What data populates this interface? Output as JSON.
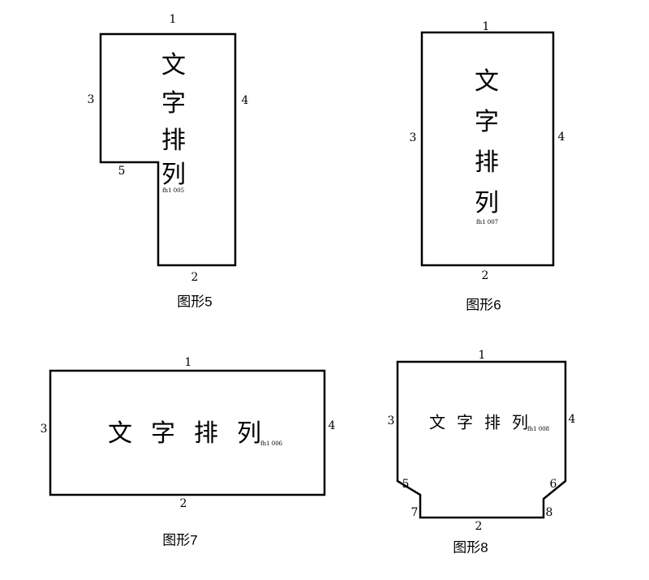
{
  "figures": [
    {
      "id": "fig5",
      "caption": "图形5",
      "edges": {
        "top": "1",
        "bottom": "2",
        "left": "3",
        "right": "4",
        "notch": "5"
      },
      "chars": [
        "文",
        "字",
        "排",
        "列"
      ],
      "code": "fh1 005"
    },
    {
      "id": "fig6",
      "caption": "图形6",
      "edges": {
        "top": "1",
        "bottom": "2",
        "left": "3",
        "right": "4"
      },
      "chars": [
        "文",
        "字",
        "排",
        "列"
      ],
      "code": "fh1 007"
    },
    {
      "id": "fig7",
      "caption": "图形7",
      "edges": {
        "top": "1",
        "bottom": "2",
        "left": "3",
        "right": "4"
      },
      "chars": [
        "文",
        "字",
        "排",
        "列"
      ],
      "code": "fh1 006"
    },
    {
      "id": "fig8",
      "caption": "图形8",
      "edges": {
        "top": "1",
        "bottom": "2",
        "left": "3",
        "right": "4",
        "lower_left_bevel": "5",
        "lower_right_bevel": "6",
        "bottom_left": "7",
        "bottom_right": "8"
      },
      "chars": [
        "文",
        "字",
        "排",
        "列"
      ],
      "code": "fh1 008"
    }
  ]
}
